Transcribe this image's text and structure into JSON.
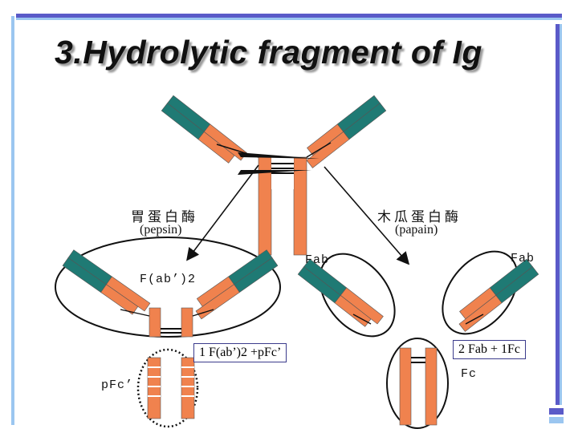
{
  "slide": {
    "title": "3.Hydrolytic fragment of Ig",
    "colors": {
      "heavy": "#f0824e",
      "light": "#1f7a74",
      "accent_bar": "#5a5ac8"
    }
  },
  "diagram": {
    "enzymes": [
      {
        "cn": "胃蛋白酶",
        "en": "(pepsin)"
      },
      {
        "cn": "木瓜蛋白酶",
        "en": "(papain)"
      }
    ],
    "labels": {
      "fab_ab2": "F(ab’)2",
      "pfc": "pFc’",
      "fab_left": "Fab",
      "fab_right": "Fab",
      "fc": "Fc"
    },
    "results": {
      "pepsin": "1 F(ab’)2 +pFc’",
      "papain": "2 Fab + 1Fc"
    }
  }
}
